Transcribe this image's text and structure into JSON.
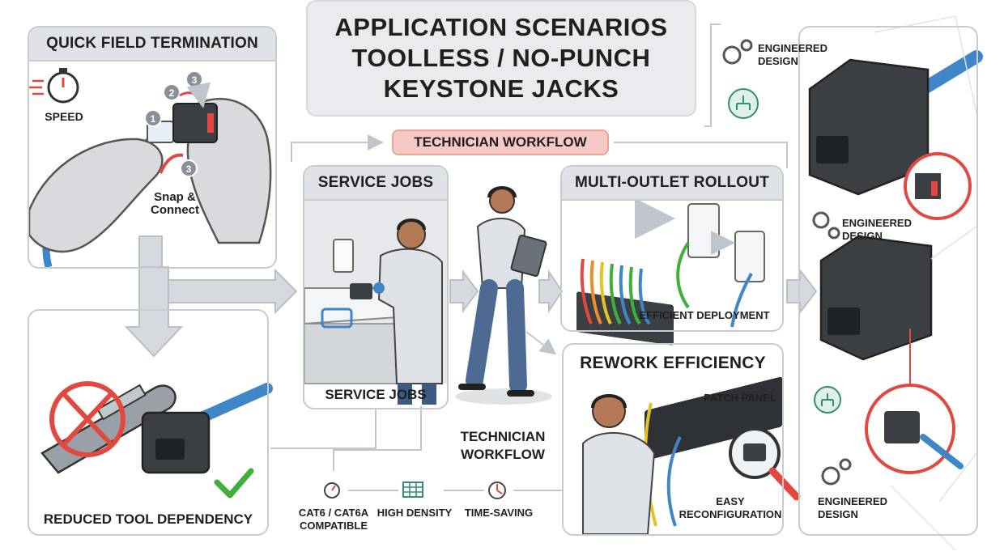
{
  "title": {
    "line1": "APPLICATION SCENARIOS",
    "line2": "TOOLLESS / NO-PUNCH",
    "line3": "KEYSTONE JACKS"
  },
  "workflow_pill": "TECHNICIAN WORKFLOW",
  "quick_field": {
    "heading": "QUICK FIELD TERMINATION",
    "speed_label": "SPEED",
    "snap_label_1": "Snap &",
    "snap_label_2": "Connect",
    "steps": [
      "1",
      "2",
      "3",
      "3"
    ]
  },
  "reduced_tool": {
    "caption": "REDUCED TOOL DEPENDENCY"
  },
  "service_jobs": {
    "heading": "SERVICE JOBS",
    "caption": "SERVICE JOBS"
  },
  "technician": {
    "line1": "TECHNICIAN",
    "line2": "WORKFLOW"
  },
  "multi_outlet": {
    "heading": "MULTI-OUTLET ROLLOUT",
    "caption": "EFFICIENT DEPLOYMENT"
  },
  "rework": {
    "heading": "REWORK EFFICIENCY",
    "patch_label": "PATCH PANEL",
    "easy_1": "EASY",
    "easy_2": "RECONFIGURATION"
  },
  "features": {
    "cat_1": "CAT6 / CAT6A",
    "cat_2": "COMPATIBLE",
    "density": "HIGH DENSITY",
    "time": "TIME-SAVING"
  },
  "engineered": {
    "top_1": "ENGINEERED",
    "top_2": "DESIGN",
    "mid_1": "ENGINEERED",
    "mid_2": "DESIGN",
    "bot_1": "ENGINEERED",
    "bot_2": "DESIGN"
  },
  "colors": {
    "accent_red": "#e2483f",
    "pill_pink": "#f7c9c6",
    "check_green": "#3fae3a",
    "icon_teal": "#2f8f6f",
    "cable_blue": "#3f86c8"
  }
}
